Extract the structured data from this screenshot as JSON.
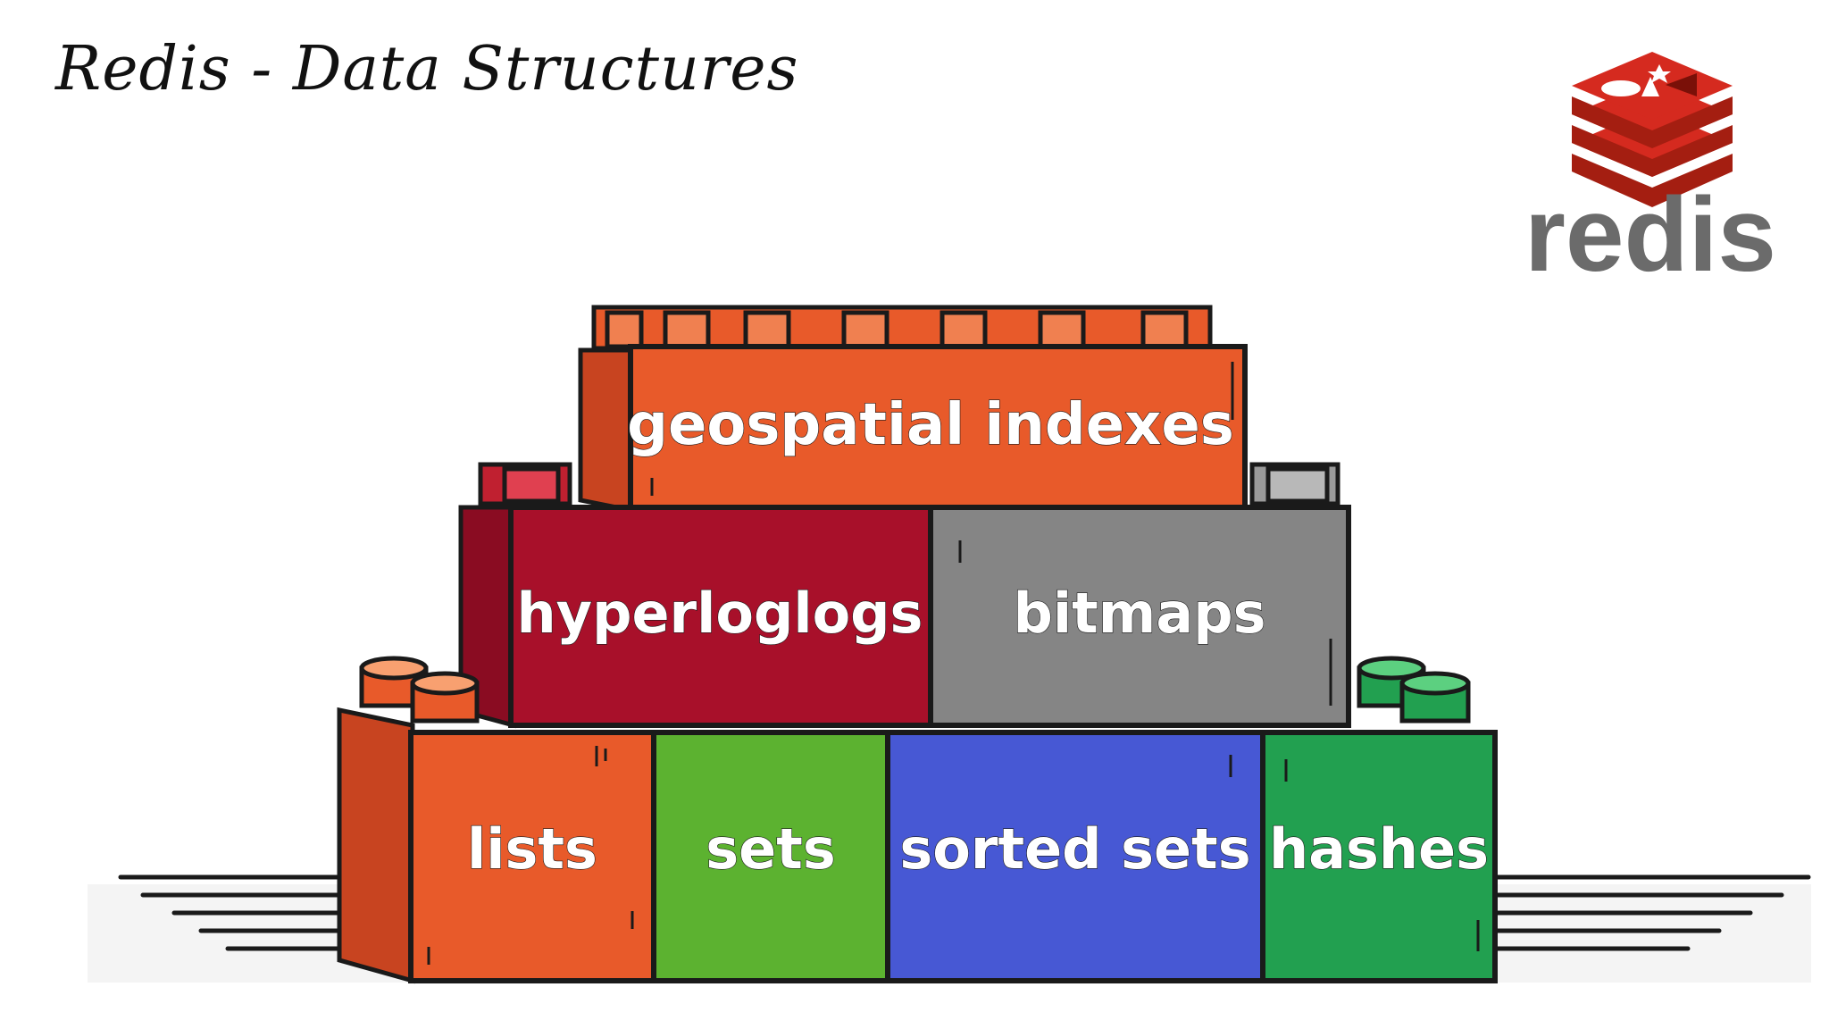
{
  "title": "Redis - Data Structures",
  "logo": {
    "text": "redis",
    "icon": "redis-cube-stack-icon",
    "colors": {
      "red": "#d52a1f",
      "dark_red": "#a41e11",
      "gray": "#6b6b6b"
    }
  },
  "blocks": {
    "top": {
      "label": "geospatial indexes",
      "color": "#e85a2a"
    },
    "middle": [
      {
        "label": "hyperloglogs",
        "color": "#a8102a"
      },
      {
        "label": "bitmaps",
        "color": "#858585"
      }
    ],
    "bottom": [
      {
        "label": "lists",
        "color": "#e85a2a"
      },
      {
        "label": "sets",
        "color": "#5cb230"
      },
      {
        "label": "sorted sets",
        "color": "#4758d4"
      },
      {
        "label": "hashes",
        "color": "#22a050"
      }
    ]
  }
}
